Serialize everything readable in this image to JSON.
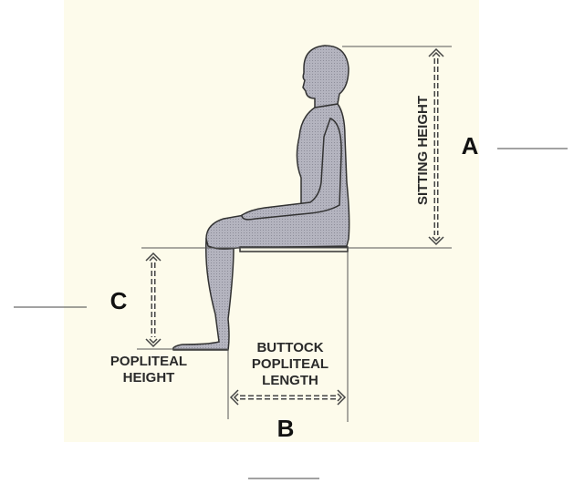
{
  "diagram": {
    "labels": {
      "a": "A",
      "b": "B",
      "c": "C",
      "sitting_height": "SITTING HEIGHT",
      "popliteal_height": [
        "POPLITEAL",
        "HEIGHT"
      ],
      "buttock_popliteal_length": [
        "BUTTOCK",
        "POPLITEAL",
        "LENGTH"
      ]
    },
    "colors": {
      "figure": "#a9a9b4",
      "outline": "#333333",
      "background": "#fdfbeb"
    }
  }
}
